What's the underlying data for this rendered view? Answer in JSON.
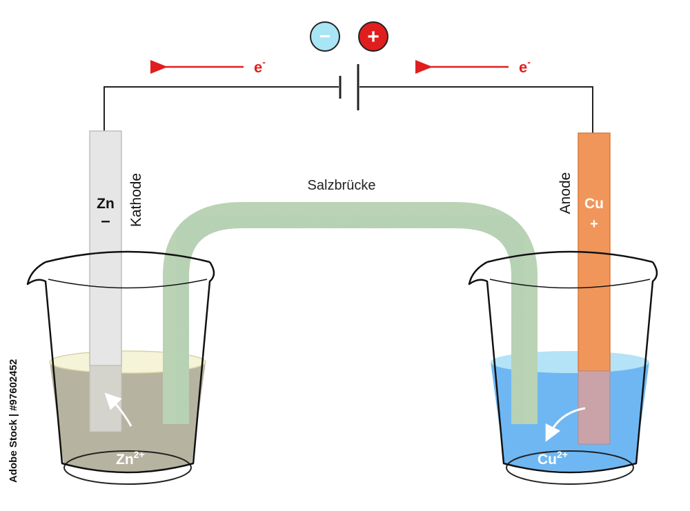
{
  "terminals": {
    "negative": {
      "symbol": "−",
      "color": "#a9e6f5"
    },
    "positive": {
      "symbol": "+",
      "color": "#e01e1e"
    }
  },
  "electron_flow": {
    "left_label": "e",
    "right_label": "e",
    "superscript": "-",
    "color": "#e01e1e"
  },
  "salt_bridge": {
    "label": "Salzbrücke"
  },
  "left_cell": {
    "electrode_role": "Kathode",
    "electrode_element": "Zn",
    "electrode_sign": "–",
    "ion_base": "Zn",
    "ion_charge": "2+",
    "electrode_color": "#e6e6e6",
    "solution_color": "#b6b3a0"
  },
  "right_cell": {
    "electrode_role": "Anode",
    "electrode_element": "Cu",
    "electrode_sign": "+",
    "ion_base": "Cu",
    "ion_charge": "2+",
    "electrode_color": "#f0965a",
    "solution_color": "#6fb7f2"
  },
  "watermark": "Adobe Stock | #97602452"
}
